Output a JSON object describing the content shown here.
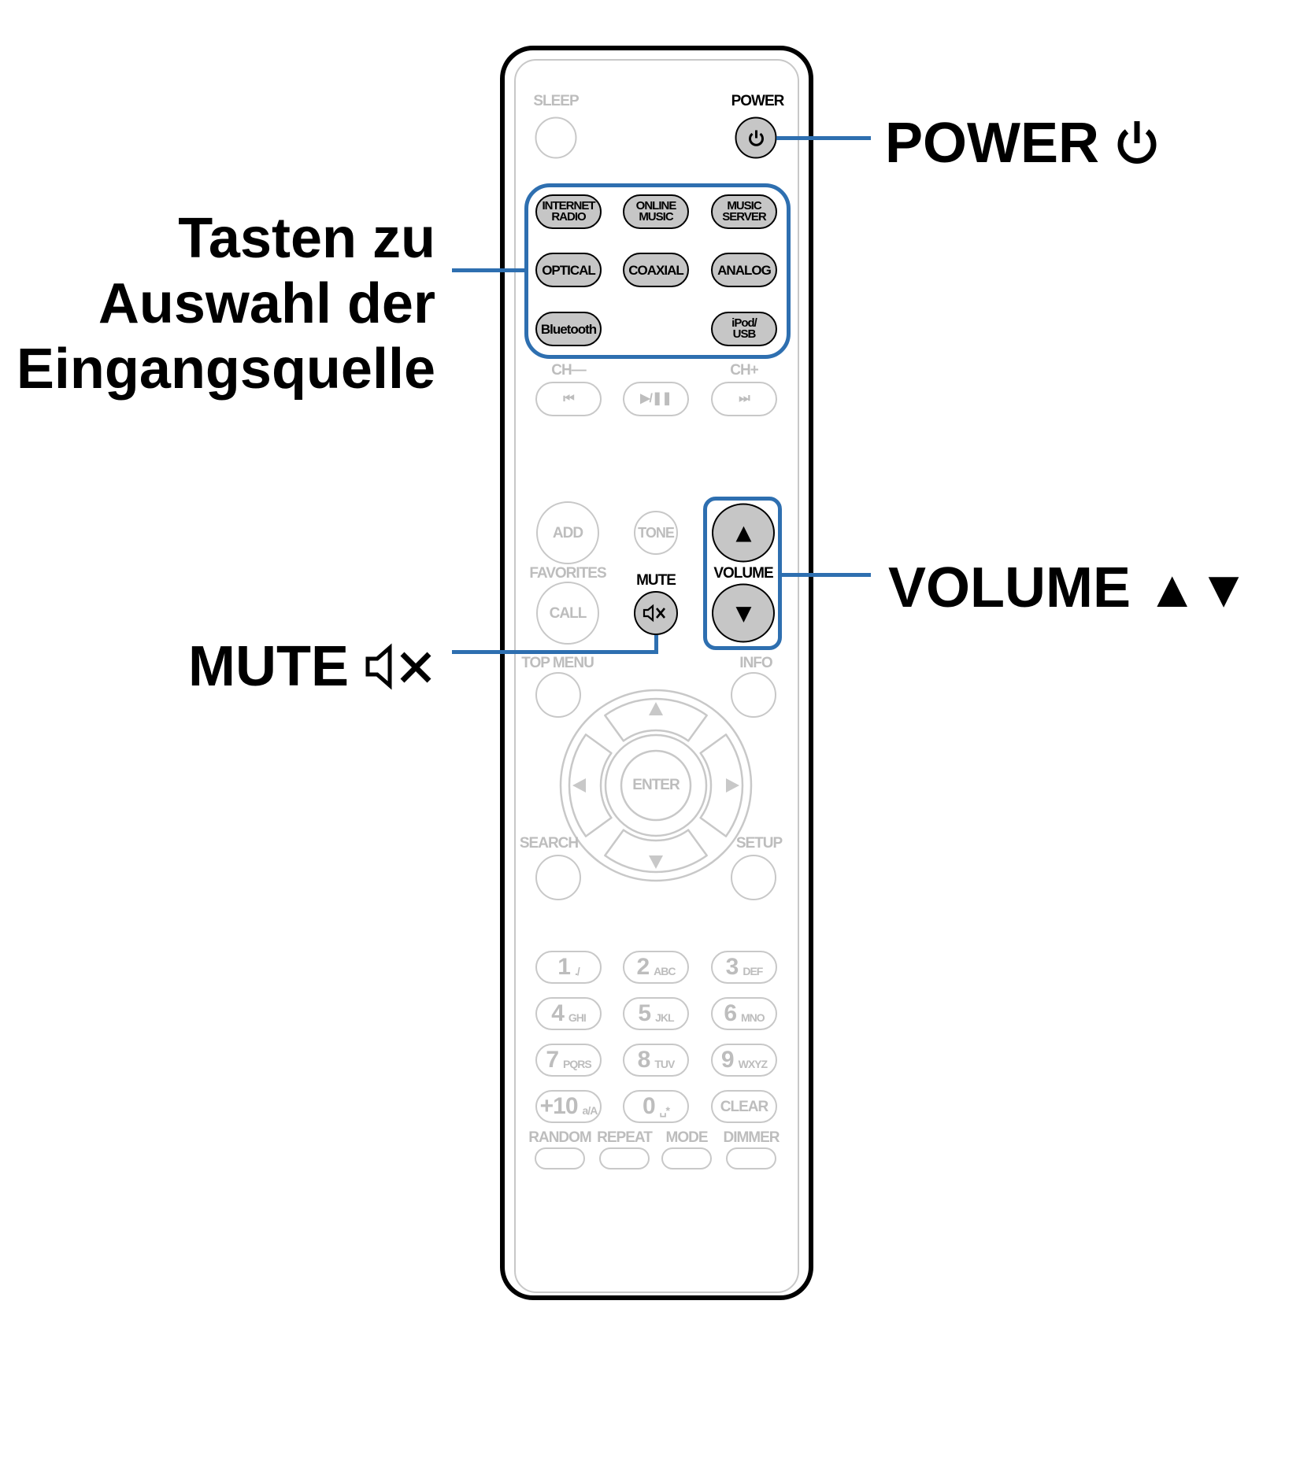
{
  "callouts": {
    "power": "POWER",
    "source_lines": [
      "Tasten zu",
      "Auswahl der",
      "Eingangsquelle"
    ],
    "volume": "VOLUME",
    "mute": "MUTE"
  },
  "remote": {
    "sleep": "SLEEP",
    "power": "POWER",
    "source_buttons": [
      "INTERNET\nRADIO",
      "ONLINE\nMUSIC",
      "MUSIC\nSERVER",
      "OPTICAL",
      "COAXIAL",
      "ANALOG",
      "Bluetooth",
      "iPod/\nUSB"
    ],
    "ch_minus": "CH—",
    "ch_plus": "CH+",
    "transport": [
      "⏮",
      "▶/❚❚",
      "⏭"
    ],
    "add": "ADD",
    "tone": "TONE",
    "favorites": "FAVORITES",
    "call": "CALL",
    "mute": "MUTE",
    "volume": "VOLUME",
    "top_menu": "TOP MENU",
    "info": "INFO",
    "enter": "ENTER",
    "search": "SEARCH",
    "setup": "SETUP",
    "numbers": [
      {
        "n": "1",
        "s": "./"
      },
      {
        "n": "2",
        "s": "ABC"
      },
      {
        "n": "3",
        "s": "DEF"
      },
      {
        "n": "4",
        "s": "GHI"
      },
      {
        "n": "5",
        "s": "JKL"
      },
      {
        "n": "6",
        "s": "MNO"
      },
      {
        "n": "7",
        "s": "PQRS"
      },
      {
        "n": "8",
        "s": "TUV"
      },
      {
        "n": "9",
        "s": "WXYZ"
      },
      {
        "n": "+10",
        "s": "a/A"
      },
      {
        "n": "0",
        "s": "␣*"
      }
    ],
    "clear": "CLEAR",
    "bottom_labels": [
      "RANDOM",
      "REPEAT",
      "MODE",
      "DIMMER"
    ]
  },
  "colors": {
    "highlight": "#2e6fb0",
    "inactive": "#c8c8c8",
    "active_fill": "#c6c6c6"
  }
}
